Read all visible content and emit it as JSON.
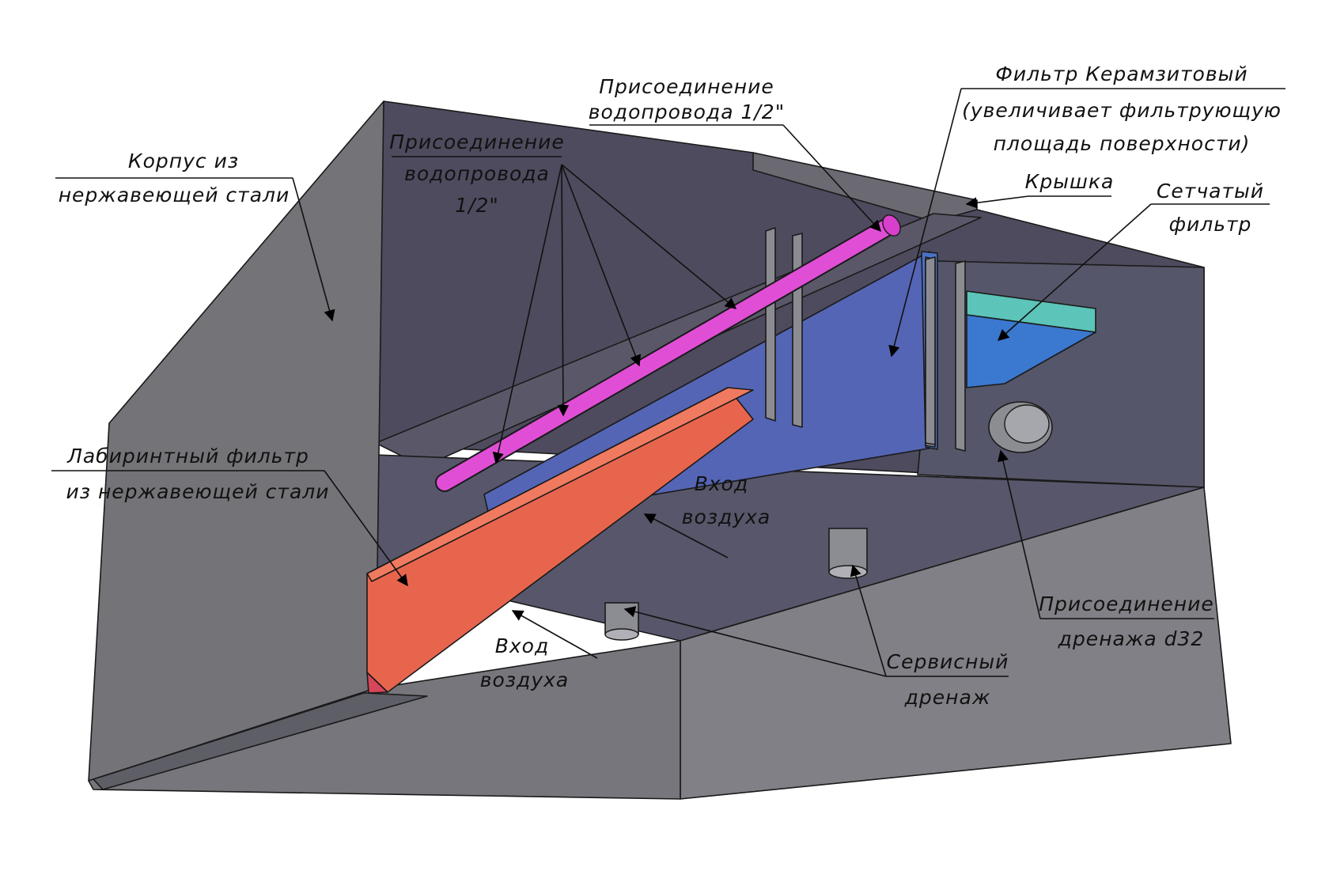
{
  "colors": {
    "housing_dark": "#4e4b5e",
    "housing_mid": "#6e6e75",
    "housing_light": "#7d7d82",
    "labyrinth_filter": "#e8654d",
    "ceramsite_filter": "#5565b5",
    "mesh_filter_top": "#5cc4b8",
    "mesh_filter_bottom": "#3b78d0",
    "water_pipe": "#e04ed6"
  },
  "labels": {
    "housing_line1": "Корпус из",
    "housing_line2": "нержавеющей стали",
    "water1_line1": "Присоединение",
    "water1_line2": "водопровода",
    "water1_line3": "1/2\"",
    "water2_line1": "Присоединение",
    "water2_line2": "водопровода 1/2\"",
    "ceramsite_line1": "Фильтр Керамзитовый",
    "ceramsite_line2": "(увеличивает фильтрующую",
    "ceramsite_line3": "площадь поверхности)",
    "lid": "Крышка",
    "mesh_line1": "Сетчатый",
    "mesh_line2": "фильтр",
    "labyrinth_line1": "Лабиринтный фильтр",
    "labyrinth_line2": "из нержавеющей стали",
    "air1_line1": "Вход",
    "air1_line2": "воздуха",
    "air2_line1": "Вход",
    "air2_line2": "воздуха",
    "drain_line1": "Присоединение",
    "drain_line2": "дренажа d32",
    "service_line1": "Сервисный",
    "service_line2": "дренаж"
  }
}
